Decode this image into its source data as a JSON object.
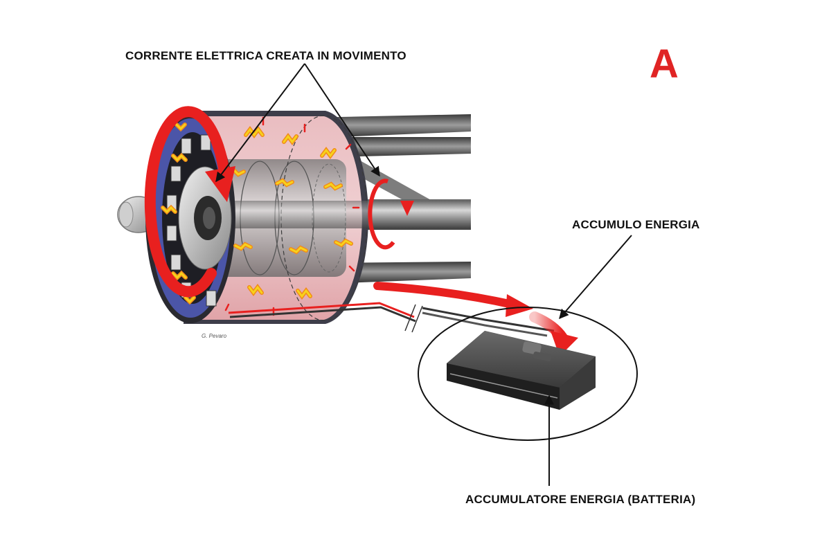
{
  "labels": {
    "corrente": "CORRENTE ELETTRICA CREATA IN MOVIMENTO",
    "accumulo": "ACCUMULO ENERGIA",
    "accumulatore": "ACCUMULATORE ENERGIA (BATTERIA)",
    "panel_letter": "A",
    "credit": "G. Pevaro"
  },
  "colors": {
    "accent_red": "#e8201f",
    "letter_red": "#e02424",
    "spark_yellow": "#f7d21c",
    "spark_orange": "#f28a1a",
    "magnet_blue": "#4b55a8",
    "pink_glow": "#f6c3c6",
    "shaft_grey": "#8c8c8c",
    "battery_dark": "#2b2b2b"
  },
  "icons": [
    "rotation-arrow-icon",
    "energy-flow-arrow-icon",
    "spark-icon"
  ]
}
